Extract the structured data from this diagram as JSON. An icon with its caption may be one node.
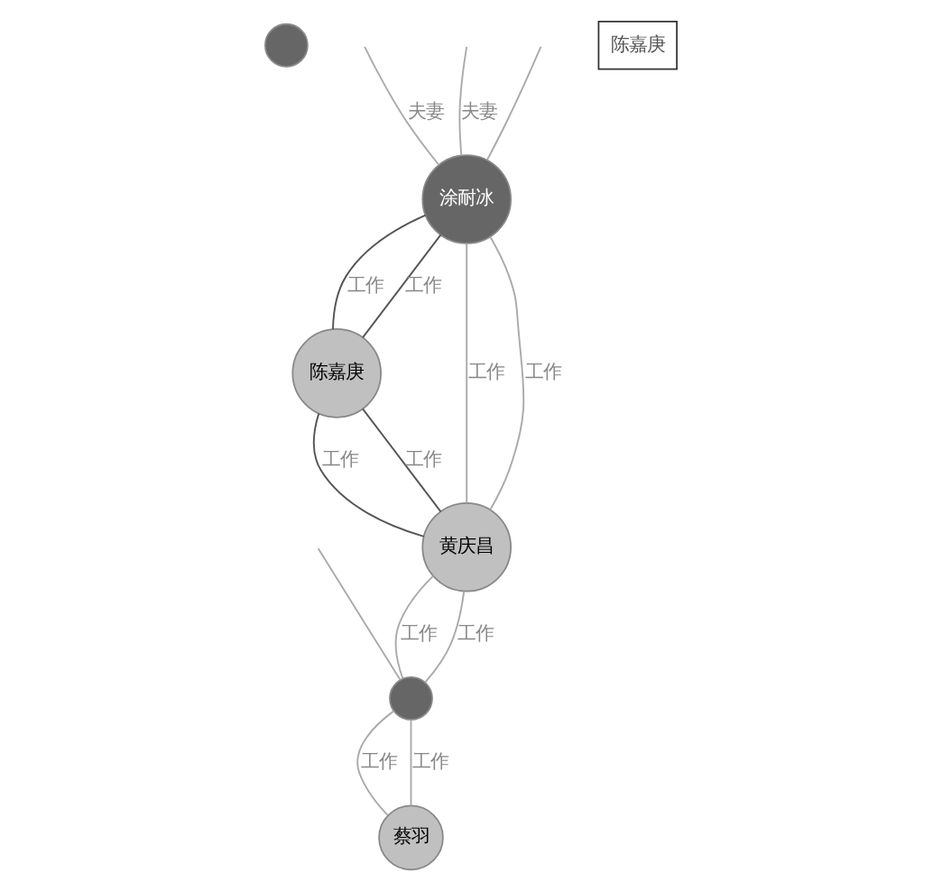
{
  "diagram": {
    "nodes": [
      {
        "text": [],
        "shape": "circle"
      },
      {
        "text": [
          "涂耐冰"
        ]
      },
      {
        "text": [],
        "shape": "circle"
      },
      {
        "text": [
          "陈嘉庚"
        ]
      },
      {
        "text": [
          "蔡羽"
        ]
      },
      {
        "text": [
          "黄庆昌"
        ]
      }
    ],
    "edges": [
      {
        "from": null,
        "to": 1,
        "arrow": "none",
        "label": "夫妻"
      },
      {
        "from": null,
        "to": 1,
        "arrow": "none",
        "label": "夫妻"
      },
      {
        "from": null,
        "to": 1,
        "arrow": "none"
      },
      {
        "from": null,
        "to": 2,
        "arrow": "none"
      },
      {
        "from": 3,
        "to": 1,
        "arrow": "none",
        "label": "工作",
        "color": "#555555"
      },
      {
        "from": 1,
        "to": 3,
        "arrow": "none",
        "label": "工作",
        "color": "#555555"
      },
      {
        "from": 4,
        "to": 2,
        "arrow": "none",
        "label": "工作"
      },
      {
        "from": 2,
        "to": 4,
        "arrow": "none",
        "label": "工作"
      },
      {
        "from": 1,
        "to": 5,
        "arrow": "none",
        "label": "工作"
      },
      {
        "from": 5,
        "to": 1,
        "arrow": "none",
        "label": "工作"
      },
      {
        "from": 2,
        "to": 5,
        "arrow": "none",
        "label": "工作"
      },
      {
        "from": 5,
        "to": 2,
        "arrow": "none",
        "label": "工作"
      },
      {
        "from": 3,
        "to": 5,
        "arrow": "none",
        "label": "工作",
        "color": "#555555"
      },
      {
        "from": 5,
        "to": 3,
        "arrow": "none",
        "label": "工作",
        "color": "#555555"
      }
    ],
    "labels": [
      "陈嘉庚"
    ]
  }
}
